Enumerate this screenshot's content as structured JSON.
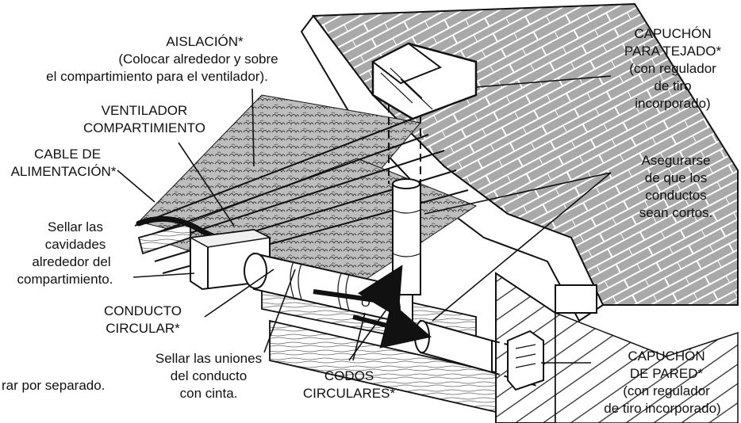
{
  "labels": {
    "insulation": [
      "AISLACIÓN*",
      "(Colocar alrededor y sobre",
      "el compartimiento para el ventilador)."
    ],
    "fan_housing": [
      "VENTILADOR",
      "COMPARTIMIENTO"
    ],
    "power_cable": [
      "CABLE DE",
      "ALIMENTACIÓN*"
    ],
    "seal_cavities": [
      "Sellar las",
      "cavidades",
      "alrededor del",
      "compartimiento."
    ],
    "round_duct": [
      "CONDUCTO",
      "CIRCULAR*"
    ],
    "seal_joints": [
      "Sellar las uniones",
      "del conducto",
      "con cinta."
    ],
    "round_elbows": [
      "CODOS",
      "CIRCULARES*"
    ],
    "roof_cap": [
      "CAPUCHÓN",
      "PARA TEJADO*",
      "(con regulador",
      "de tiro",
      "incorporado)"
    ],
    "short_ducts": [
      "Asegurarse",
      "de que los",
      "conductos",
      "sean cortos."
    ],
    "wall_cap": [
      "CAPUCHÓN",
      "DE PARED*",
      "(con regulador",
      "de tiro incorporado)"
    ],
    "footnote": "rar por separado.",
    "elbow_mark": "O"
  },
  "colors": {
    "ink": "#111111",
    "roof_gray": "#a9a9a9",
    "insulation_gray": "#8a8a8a",
    "paper": "#ffffff"
  }
}
